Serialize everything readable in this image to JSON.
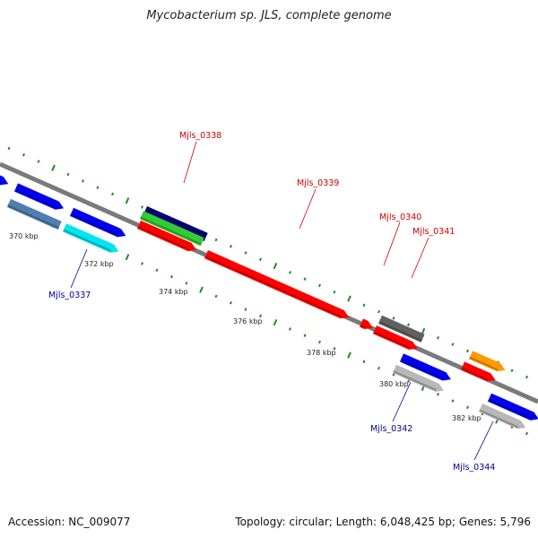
{
  "title": "Mycobacterium sp. JLS, complete genome",
  "footer": {
    "accession": "Accession: NC_009077",
    "summary": "Topology: circular; Length: 6,048,425 bp; Genes: 5,796"
  },
  "kbp_labels": [
    "370 kbp",
    "372 kbp",
    "374 kbp",
    "376 kbp",
    "378 kbp",
    "380 kbp",
    "382 kbp"
  ],
  "gene_labels": {
    "mjls_0337": "Mjls_0337",
    "mjls_0338": "Mjls_0338",
    "mjls_0339": "Mjls_0339",
    "mjls_0340": "Mjls_0340",
    "mjls_0341": "Mjls_0341",
    "mjls_0342": "Mjls_0342",
    "mjls_0344": "Mjls_0344"
  },
  "colors": {
    "red": "#ff0000",
    "blue": "#0000ee",
    "steel": "#4f7fb0",
    "cyan": "#00e5ee",
    "navy": "#000070",
    "green": "#33cc33",
    "grey": "#606060",
    "light_grey": "#b8b8b8",
    "orange": "#ff9900",
    "backbone": "#7a7a7a",
    "tick": "#228b22"
  }
}
